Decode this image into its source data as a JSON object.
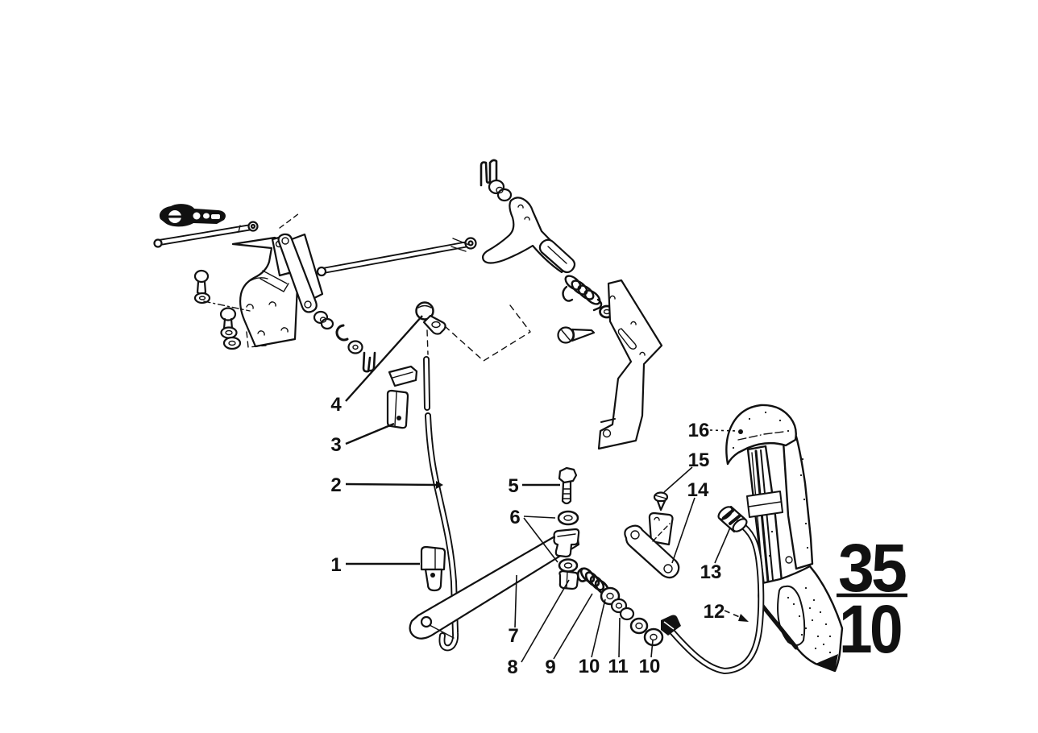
{
  "diagram": {
    "callouts": {
      "n1": "1",
      "n2": "2",
      "n3": "3",
      "n4": "4",
      "n5": "5",
      "n6": "6",
      "n7": "7",
      "n8": "8",
      "n9": "9",
      "n10a": "10",
      "n11": "11",
      "n10b": "10",
      "n12": "12",
      "n13": "13",
      "n14": "14",
      "n15": "15",
      "n16": "16"
    },
    "section_code": {
      "numerator": "35",
      "denominator": "10"
    },
    "colors": {
      "ink": "#111111",
      "background": "#ffffff"
    }
  }
}
